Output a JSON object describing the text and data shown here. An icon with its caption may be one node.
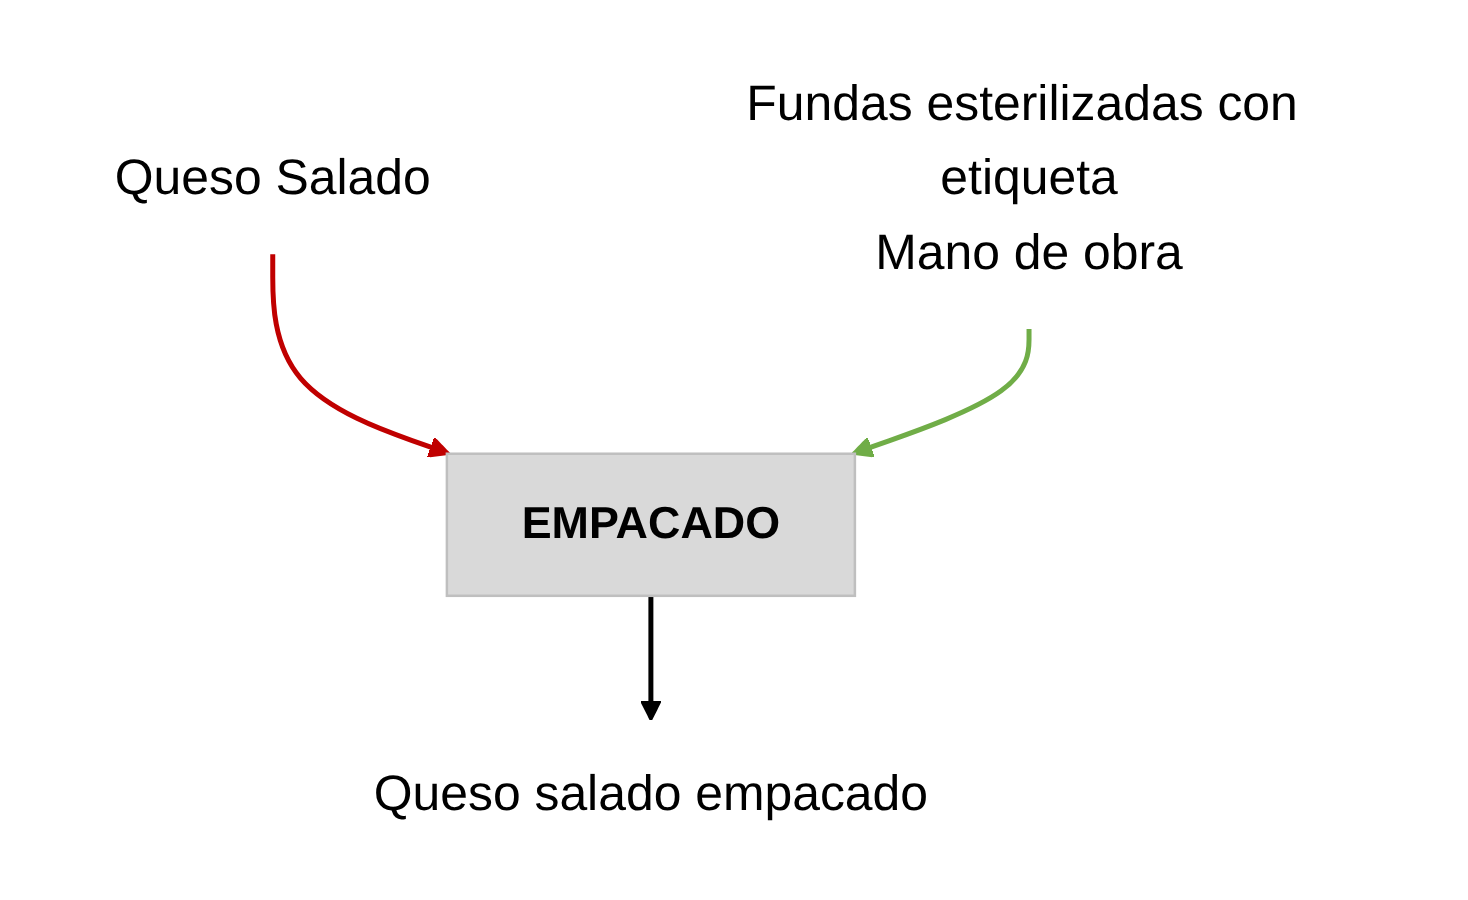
{
  "diagram": {
    "nodes": [
      {
        "text": [
          "Queso Salado"
        ]
      },
      {
        "text": [
          "EMPACADO"
        ]
      },
      {
        "text": [
          "Fundas esterilizadas con etiqueta",
          "Mano de obra"
        ]
      },
      {
        "text": [
          "Queso salado empacado"
        ]
      }
    ],
    "edges": [
      {
        "from": 0,
        "to": 1,
        "arrow": "to",
        "color": "#c00000"
      },
      {
        "from": 2,
        "to": 1,
        "arrow": "to",
        "color": "#70ad47"
      },
      {
        "from": 1,
        "to": 3,
        "arrow": "to",
        "color": "#000000"
      }
    ]
  }
}
